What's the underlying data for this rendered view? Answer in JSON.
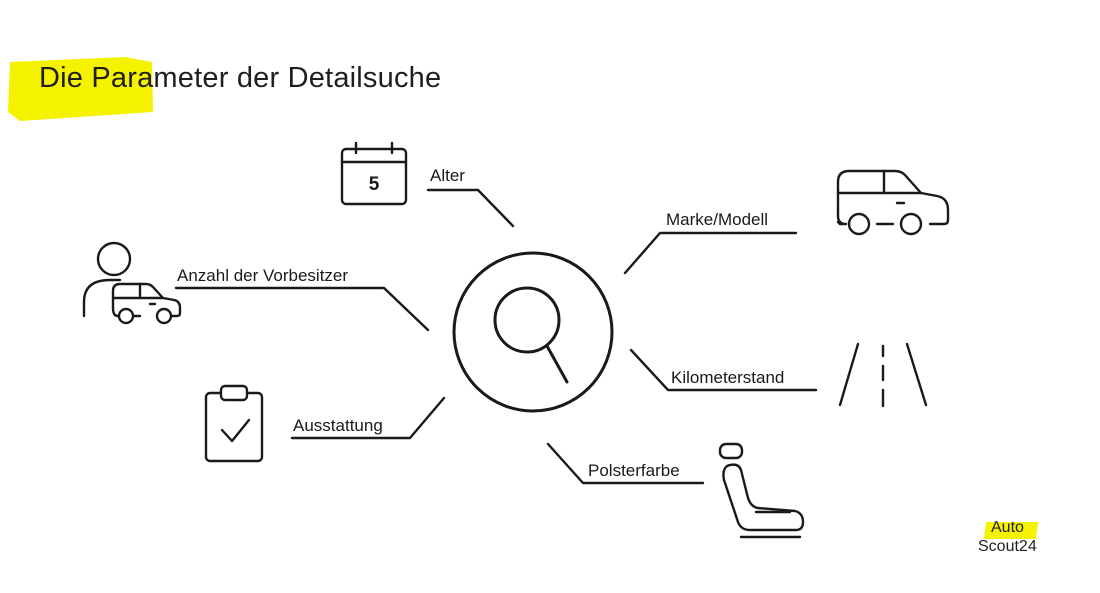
{
  "title": "Die Parameter der Detailsuche",
  "colors": {
    "highlight": "#f5f200",
    "stroke": "#1a1a1a",
    "background": "#ffffff"
  },
  "center": {
    "icon": "magnifier-icon"
  },
  "parameters": [
    {
      "label": "Alter",
      "icon": "calendar-icon",
      "icon_text": "5"
    },
    {
      "label": "Marke/Modell",
      "icon": "car-icon"
    },
    {
      "label": "Anzahl der Vorbesitzer",
      "icon": "owner-car-icon"
    },
    {
      "label": "Kilometerstand",
      "icon": "road-icon"
    },
    {
      "label": "Ausstattung",
      "icon": "clipboard-check-icon"
    },
    {
      "label": "Polsterfarbe",
      "icon": "car-seat-icon"
    }
  ],
  "logo": {
    "line1": "Auto",
    "line2": "Scout24"
  }
}
